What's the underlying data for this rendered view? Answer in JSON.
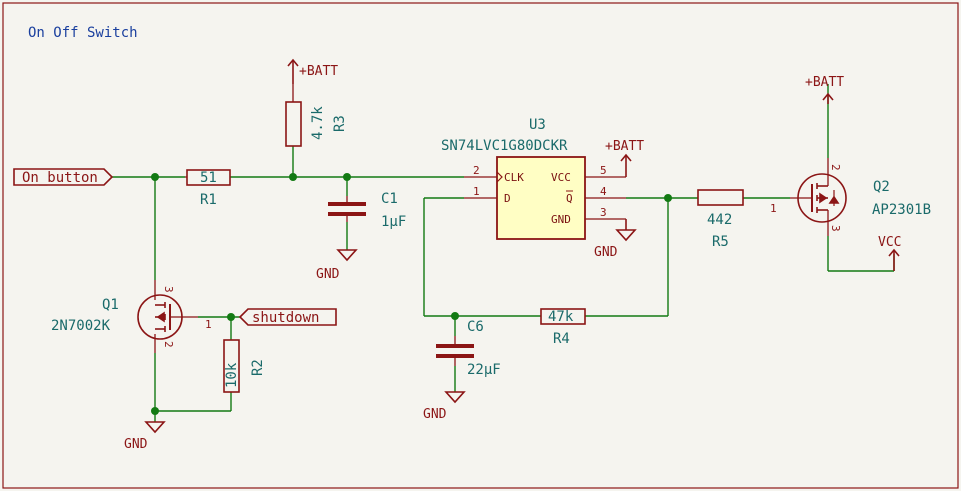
{
  "title": "On Off Switch",
  "labels": {
    "on_button": "On_button",
    "shutdown": "shutdown"
  },
  "power": {
    "batt_r3": "+BATT",
    "batt_u3": "+BATT",
    "batt_q2": "+BATT",
    "vcc_q2": "VCC",
    "gnd_c1": "GND",
    "gnd_u3": "GND",
    "gnd_c6": "GND",
    "gnd_q1": "GND"
  },
  "components": {
    "R1": {
      "ref": "R1",
      "value": "51"
    },
    "R2": {
      "ref": "R2",
      "value": "10k"
    },
    "R3": {
      "ref": "R3",
      "value": "4.7k"
    },
    "R4": {
      "ref": "R4",
      "value": "47k"
    },
    "R5": {
      "ref": "R5",
      "value": "442"
    },
    "C1": {
      "ref": "C1",
      "value": "1µF"
    },
    "C6": {
      "ref": "C6",
      "value": "22µF"
    },
    "U3": {
      "ref": "U3",
      "value": "SN74LVC1G80DCKR"
    },
    "Q1": {
      "ref": "Q1",
      "value": "2N7002K"
    },
    "Q2": {
      "ref": "Q2",
      "value": "AP2301B"
    }
  },
  "u3_pins": {
    "clk": "CLK",
    "d": "D",
    "vcc": "VCC",
    "qbar": "Q",
    "gnd": "GND",
    "n_clk": "2",
    "n_d": "1",
    "n_vcc": "5",
    "n_qbar": "4",
    "n_gnd": "3"
  },
  "q1_pins": {
    "gate": "1",
    "source": "2",
    "drain": "3"
  },
  "q2_pins": {
    "gate": "1",
    "source": "2",
    "drain": "3"
  }
}
